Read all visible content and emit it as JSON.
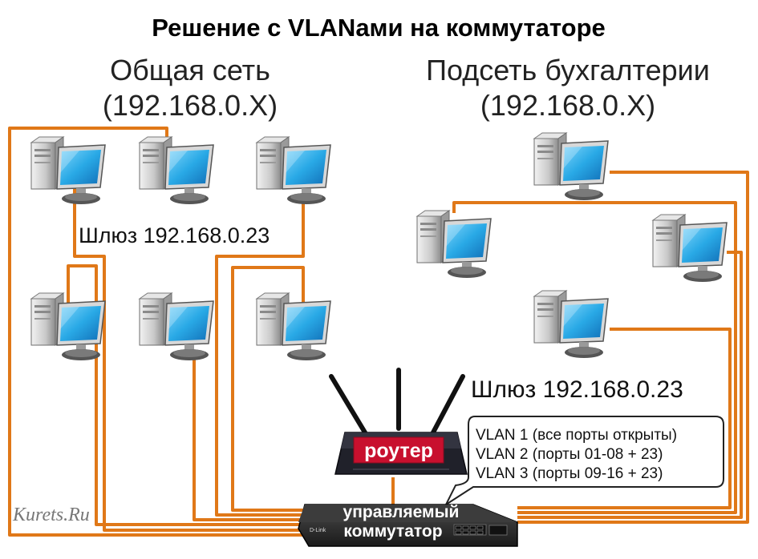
{
  "title": "Решение с VLANами на коммутаторе",
  "left_network": {
    "name": "Общая сеть",
    "subnet": "(192.168.0.X)"
  },
  "right_network": {
    "name": "Подсеть бухгалтерии",
    "subnet": "(192.168.0.X)"
  },
  "left_gateway": "Шлюз 192.168.0.23",
  "right_gateway": "Шлюз 192.168.0.23",
  "router_label": "роутер",
  "switch_label_line1": "управляемый",
  "switch_label_line2": "коммутатор",
  "switch_brand": "D-Link",
  "vlans": [
    "VLAN 1 (все порты открыты)",
    "VLAN 2 (порты 01-08 + 23)",
    "VLAN 3 (порты 09-16 + 23)"
  ],
  "watermark": "Kurets.Ru",
  "colors": {
    "cable": "#e07818",
    "screen": "#29a9e6",
    "router_body": "#20212a",
    "router_label_bg": "#c8102e"
  },
  "icons": [
    "desktop-computer-icon",
    "wifi-router-icon",
    "network-switch-icon"
  ]
}
